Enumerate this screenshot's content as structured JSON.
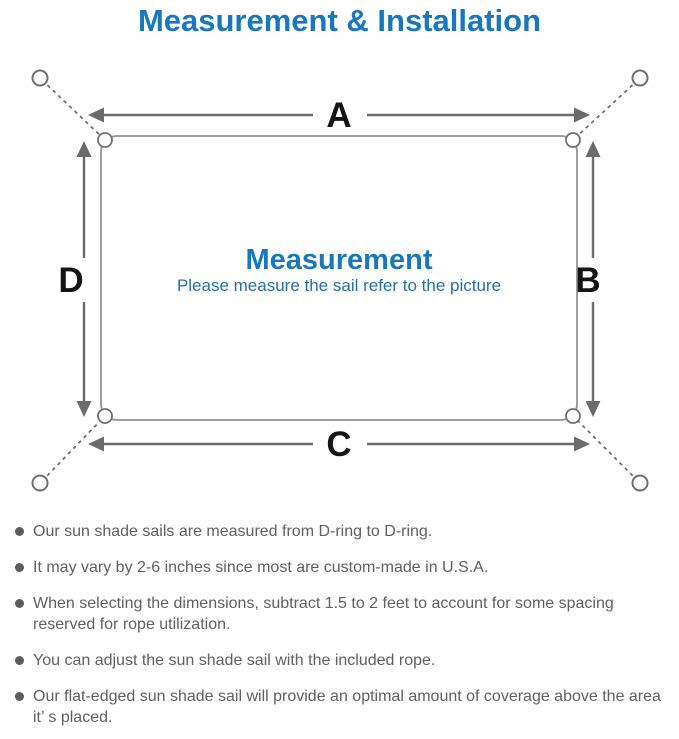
{
  "title": "Measurement & Installation",
  "diagram": {
    "labels": {
      "top": "A",
      "right": "B",
      "bottom": "C",
      "left": "D"
    },
    "center_heading": "Measurement",
    "center_subtext": "Please measure the sail refer to the picture"
  },
  "bullets": [
    {
      "text": "Our sun shade sails are measured from D-ring to D-ring."
    },
    {
      "text": "It may vary by 2-6 inches since most are custom-made in U.S.A."
    },
    {
      "text": "When selecting the dimensions, subtract 1.5 to 2 feet to account for some spacing reserved for rope utilization."
    },
    {
      "text": "You can adjust the sun shade sail with the included rope."
    },
    {
      "text": "Our flat-edged sun shade sail will provide an optimal amount of coverage above the area it’ s placed."
    }
  ],
  "colors": {
    "accent_blue": "#1878be",
    "diagram_gray": "#6b6b6b",
    "outline_gray": "#939393",
    "text_gray": "#606060"
  }
}
